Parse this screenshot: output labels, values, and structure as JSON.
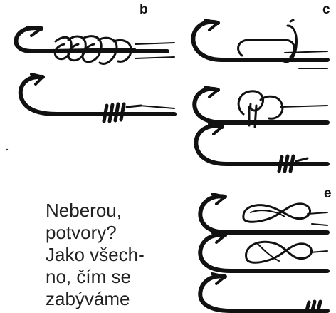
{
  "panel_labels": {
    "b": "b",
    "c": "c",
    "e": "e"
  },
  "caption": {
    "lines": [
      "Neberou,",
      "potvory?",
      "Jako všech-",
      "no, čím se",
      "zabýváme"
    ]
  },
  "colors": {
    "ink": "#111111",
    "paper": "#ffffff"
  }
}
